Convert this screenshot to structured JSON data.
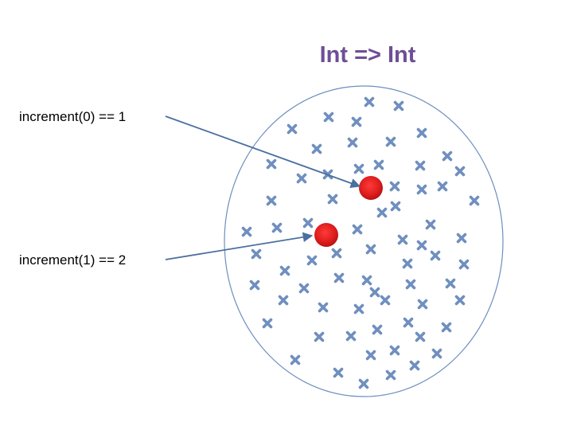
{
  "title": "Int => Int",
  "labels": {
    "increment_0": "increment(0) == 1",
    "increment_1": "increment(1) == 2"
  },
  "colors": {
    "title": "#6e4f96",
    "ellipse_stroke": "#6c8ebf",
    "cross": "#6f8fbf",
    "arrow": "#4a6fa0",
    "highlight": "#e02020"
  },
  "icons": {
    "cross": "x-mark-icon",
    "highlighted_point": "red-dot-icon"
  }
}
